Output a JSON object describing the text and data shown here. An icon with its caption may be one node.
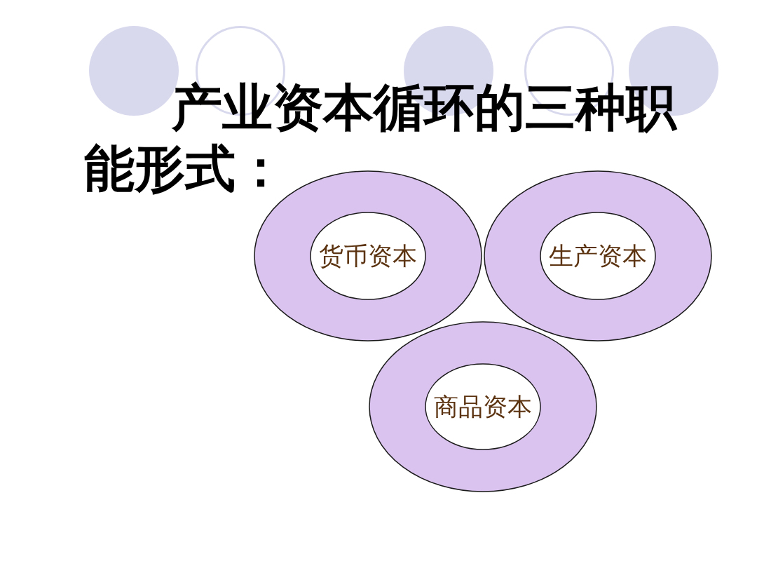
{
  "diagram": {
    "title": "产业资本循环的三种职能形式：",
    "nodes": [
      {
        "text": [
          "货币资本"
        ]
      },
      {
        "text": [
          "生产资本"
        ]
      },
      {
        "text": [
          "商品资本"
        ]
      }
    ]
  }
}
